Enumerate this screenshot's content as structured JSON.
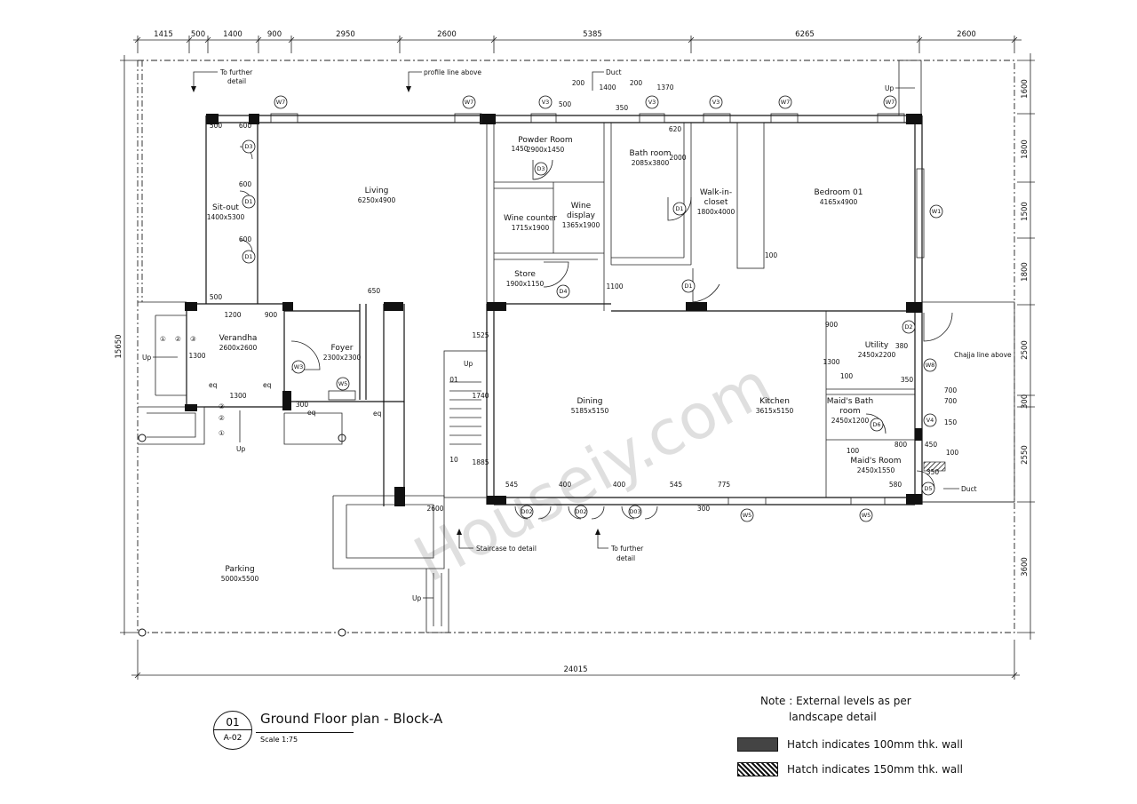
{
  "dims_top": [
    "1415",
    "500",
    "1400",
    "900",
    "2950",
    "2600",
    "5385",
    "6265",
    "2600"
  ],
  "dims_right": [
    "1600",
    "1800",
    "1500",
    "1800",
    "2500",
    "300",
    "2550",
    "3600"
  ],
  "dim_bottom": "24015",
  "dim_left": "15650",
  "rooms": [
    {
      "name": "Living",
      "size": "6250x4900"
    },
    {
      "name": "Sit-out",
      "size": "1400x5300"
    },
    {
      "name": "Powder Room",
      "size": "2900x1450"
    },
    {
      "name": "Bath room",
      "size": "2085x3800"
    },
    {
      "name": "Walk-in-",
      "name2": "closet",
      "size": "1800x4000"
    },
    {
      "name": "Bedroom 01",
      "size": "4165x4900"
    },
    {
      "name": "Wine counter",
      "size": "1715x1900"
    },
    {
      "name": "Wine",
      "name2": "display",
      "size": "1365x1900"
    },
    {
      "name": "Store",
      "size": "1900x1150"
    },
    {
      "name": "Verandha",
      "size": "2600x2600"
    },
    {
      "name": "Foyer",
      "size": "2300x2300"
    },
    {
      "name": "Dining",
      "size": "5185x5150"
    },
    {
      "name": "Kitchen",
      "size": "3615x5150"
    },
    {
      "name": "Utility",
      "size": "2450x2200"
    },
    {
      "name": "Maid's Bath",
      "name2": "room",
      "size": "2450x1200"
    },
    {
      "name": "Maid's Room",
      "size": "2450x1550"
    },
    {
      "name": "Parking",
      "size": "5000x5500"
    }
  ],
  "callouts": {
    "further_detail_1": "To further",
    "further_detail_2": "detail",
    "profile_line": "profile line above",
    "duct_top": "Duct",
    "duct_right": "Duct",
    "chajja": "Chajja line above",
    "staircase": "Staircase to detail",
    "further2_1": "To further",
    "further2_2": "detail",
    "up": "Up",
    "eq": "eq"
  },
  "inner_dims": {
    "d500a": "500",
    "d600a": "600",
    "d600b": "600",
    "d600c": "600",
    "d500b": "500",
    "d1200": "1200",
    "d900": "900",
    "d650": "650",
    "d1300": "1300",
    "d1300b": "1300",
    "d200a": "200",
    "d1400": "1400",
    "d200b": "200",
    "d1370": "1370",
    "d500c": "500",
    "d350": "350",
    "d620": "620",
    "d1450": "1450",
    "d2000": "2000",
    "d1100": "1100",
    "d100": "100",
    "d1525": "1525",
    "d1740": "1740",
    "d1885": "1885",
    "d2600": "2600",
    "d545a": "545",
    "d400a": "400",
    "d400b": "400",
    "d545b": "545",
    "d775": "775",
    "d300": "300",
    "d900b": "900",
    "d380": "380",
    "d1300c": "1300",
    "d100b": "100",
    "d350b": "350",
    "d700a": "700",
    "d700b": "700",
    "d150": "150",
    "d800": "800",
    "d450": "450",
    "d100c": "100",
    "d350c": "350",
    "d100d": "100",
    "d580": "580",
    "d300b": "300",
    "d01": "01",
    "d10": "10"
  },
  "tags": [
    "W7",
    "W7",
    "V3",
    "V3",
    "V3",
    "W7",
    "W7",
    "W1",
    "D3",
    "D1",
    "D1",
    "D1",
    "D3",
    "D4",
    "D1",
    "D2",
    "W8",
    "V4",
    "D6",
    "D5",
    "W3",
    "W5",
    "D02",
    "D02",
    "D03",
    "W5",
    "W5"
  ],
  "steps": [
    "①",
    "②",
    "③"
  ],
  "title": {
    "number": "01",
    "sheet": "A-02",
    "name": "Ground Floor plan - Block-A",
    "scale": "Scale 1:75"
  },
  "notes": {
    "line1": "Note : External levels as per",
    "line2": "landscape detail",
    "legend_solid": "Hatch indicates 100mm thk. wall",
    "legend_hatch": "Hatch indicates 150mm thk. wall"
  },
  "watermark": "Houseiy.com"
}
